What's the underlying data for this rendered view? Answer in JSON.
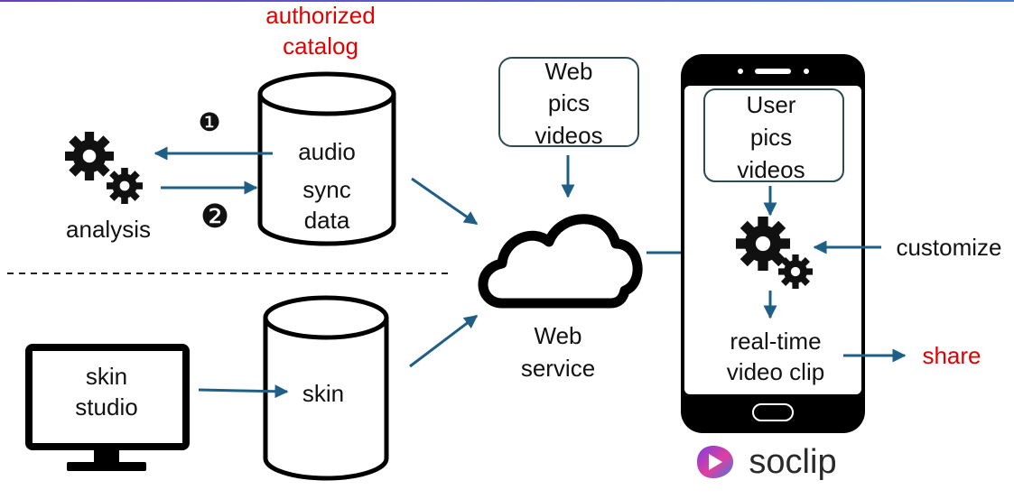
{
  "catalog": {
    "caption_line1": "authorized",
    "caption_line2": "catalog",
    "content": [
      "audio",
      "sync",
      "data"
    ]
  },
  "analysis": {
    "label": "analysis",
    "step1_marker": "❶",
    "step2_marker": "❷"
  },
  "skin_db": {
    "label": "skin"
  },
  "skin_studio": {
    "line1": "skin",
    "line2": "studio"
  },
  "web_pics": {
    "lines": [
      "Web",
      "pics",
      "videos"
    ]
  },
  "web_service": {
    "line1": "Web",
    "line2": "service"
  },
  "phone": {
    "user_pics": [
      "User",
      "pics",
      "videos"
    ],
    "clip_line1": "real-time",
    "clip_line2": "video clip"
  },
  "customize": {
    "label": "customize"
  },
  "share": {
    "label": "share"
  },
  "brand": {
    "name": "soclip"
  },
  "colors": {
    "arrow": "#1f5f86",
    "highlight": "#e00000",
    "box_border": "#2c4a52",
    "logo_gradient": [
      "#7a3fe0",
      "#e03fa0",
      "#3f7ae0"
    ]
  },
  "icons": {
    "analysis": "gears-icon",
    "processor": "gears-icon",
    "cloud": "cloud-icon",
    "monitor": "monitor-icon",
    "phone": "smartphone-icon",
    "brand": "play-logo-icon"
  }
}
